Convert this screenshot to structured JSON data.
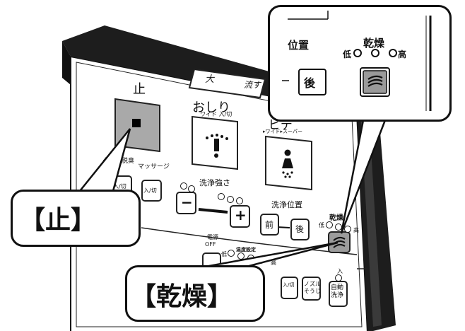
{
  "panel": {
    "stop_label": "止",
    "oshiri_label": "おしり",
    "oshiri_sub": "ワイド 入/切",
    "bidet_label": "ビデ",
    "bidet_sub": "▸ワイド▸スーパー",
    "turbo_label": "ターボ脱臭",
    "massage_label": "マッサージ",
    "toggle_label_1": "入/切",
    "toggle_label_2": "入/切",
    "pressure_label": "洗浄強さ",
    "minus_label": "−",
    "plus_label": "+",
    "position_label": "洗浄位置",
    "front_label": "前",
    "back_label": "後",
    "dry_label": "乾燥",
    "dry_low": "低",
    "dry_high": "高",
    "power_label": "電源",
    "power_off": "OFF",
    "temp_label": "温度設定",
    "temp_low": "低",
    "temp_high": "高",
    "nozzle_label": "ノズル\nそうじ",
    "auto_label": "自動\n洗浄",
    "in_label": "入",
    "big_flush_1": "大",
    "big_flush_2": "流す",
    "on_off_small": "入/切"
  },
  "zoom": {
    "position_label": "位置",
    "back_label": "後",
    "dry_label": "乾燥",
    "low_label": "低",
    "high_label": "高"
  },
  "callouts": {
    "stop": "【止】",
    "dry": "【乾燥】"
  },
  "colors": {
    "panel_dark": "#1a1a1a",
    "button_gray": "#a9a9a9",
    "ink": "#111111"
  }
}
